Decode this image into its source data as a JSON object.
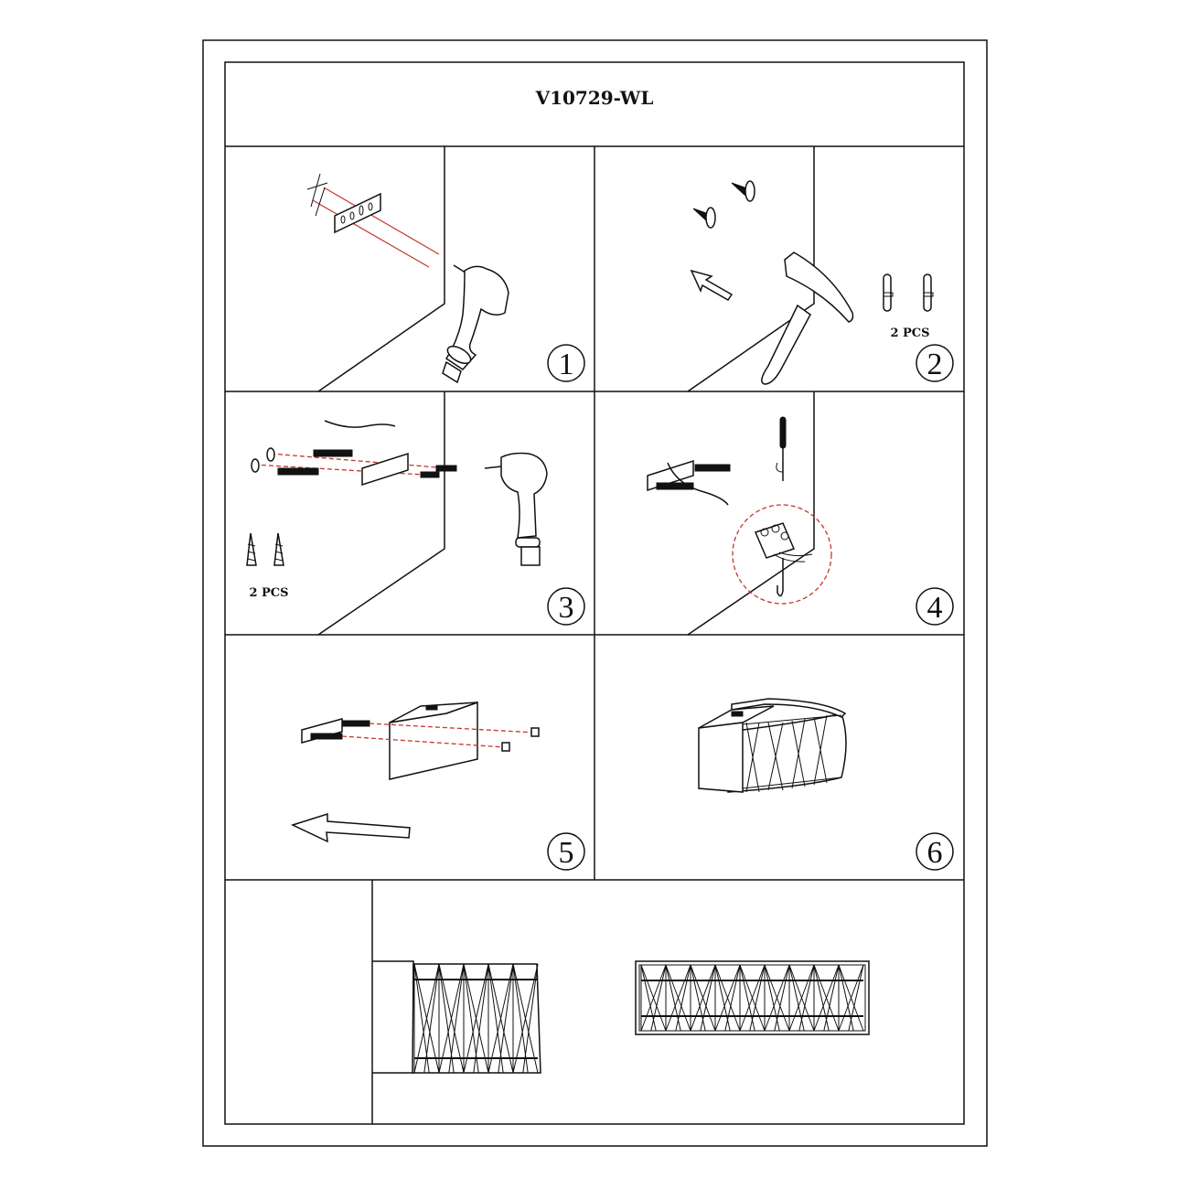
{
  "document": {
    "title": "V10729-WL",
    "steps": [
      {
        "number": "1"
      },
      {
        "number": "2",
        "quantity_label": "2 PCS"
      },
      {
        "number": "3",
        "quantity_label": "2 PCS"
      },
      {
        "number": "4"
      },
      {
        "number": "5"
      },
      {
        "number": "6"
      }
    ],
    "colors": {
      "line": "#111111",
      "guide": "#c0392b"
    }
  }
}
